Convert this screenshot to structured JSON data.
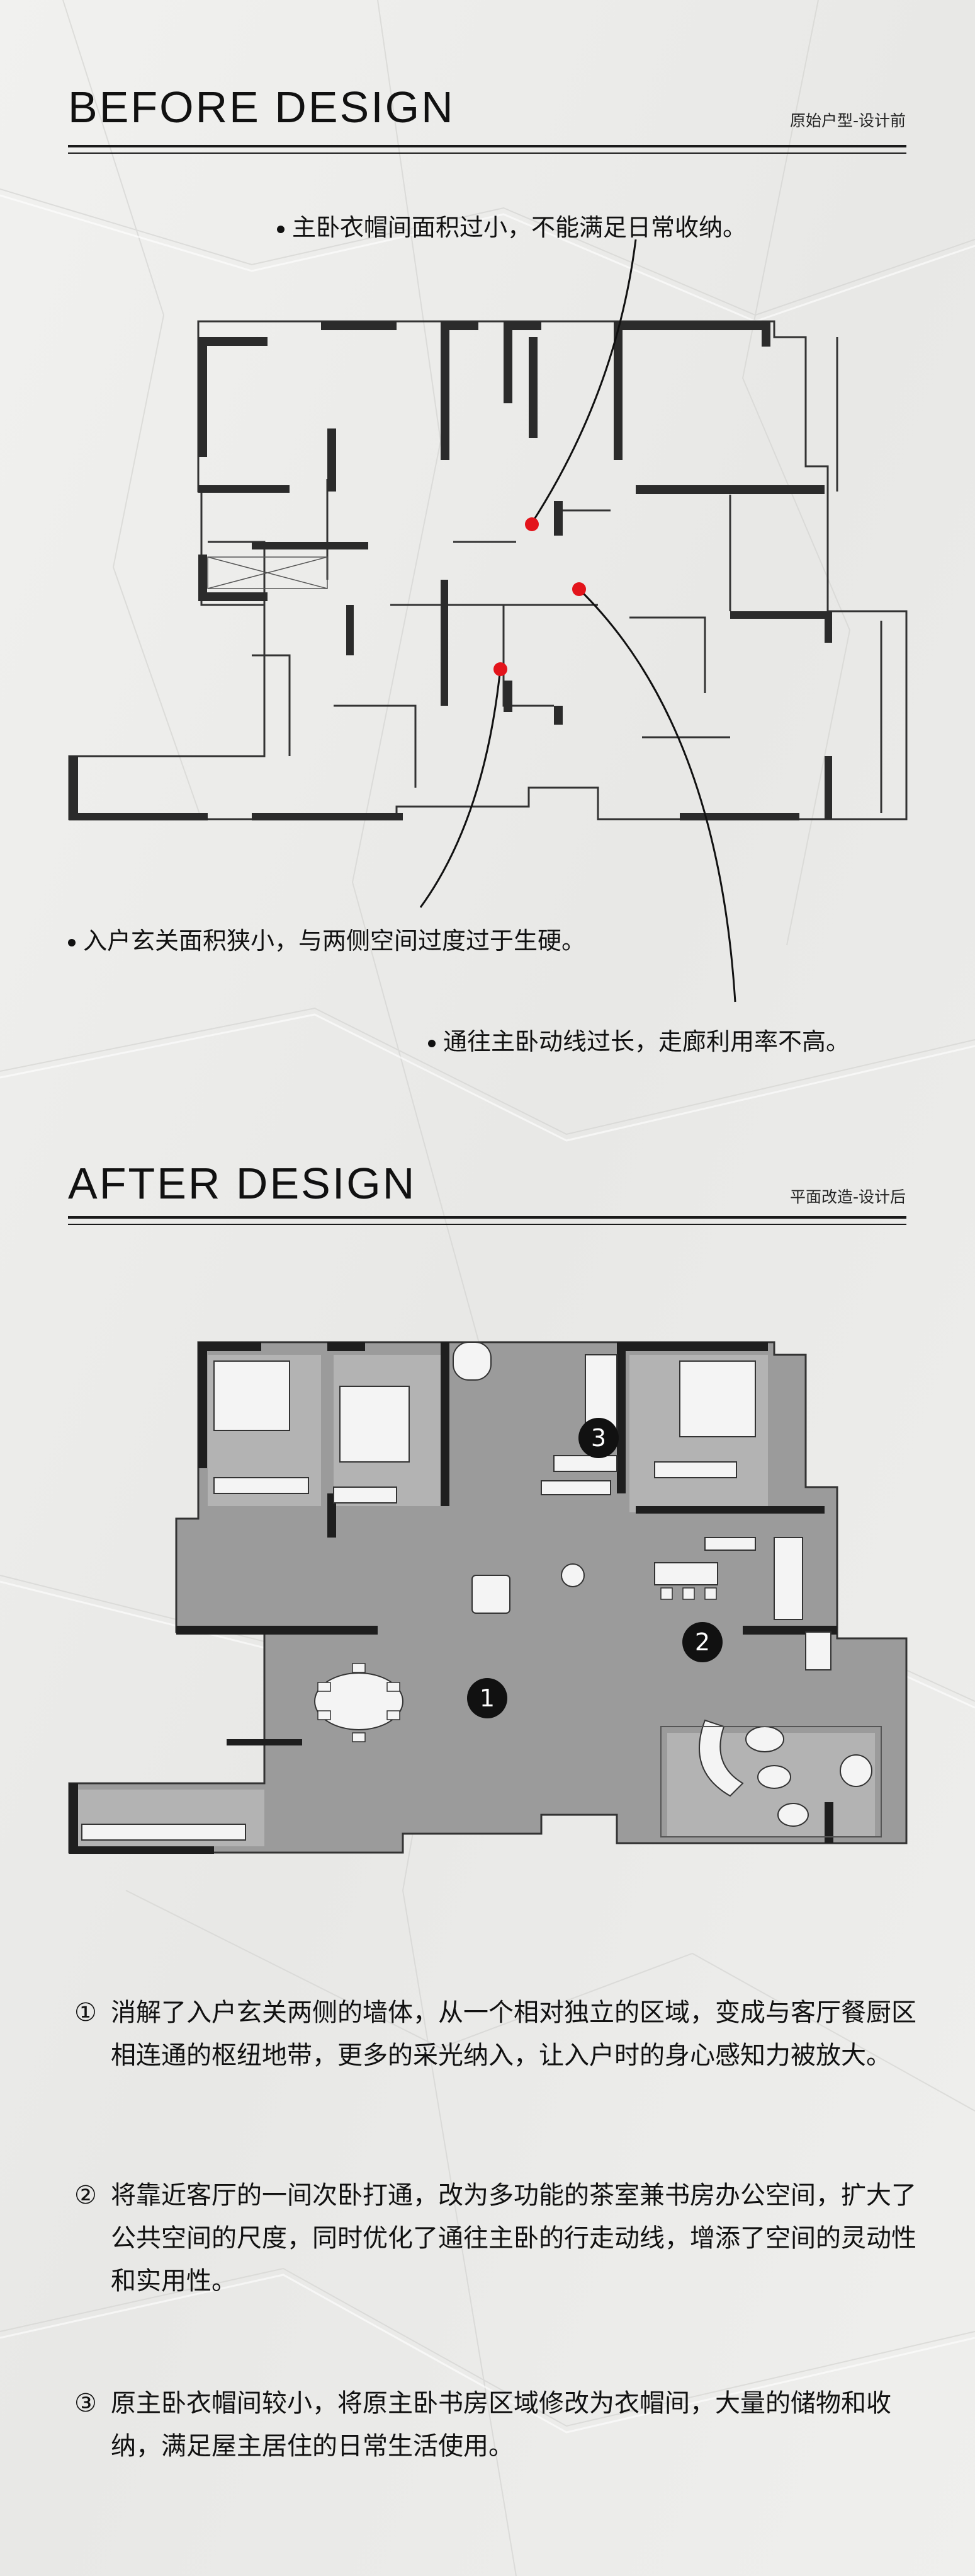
{
  "before": {
    "title": "BEFORE DESIGN",
    "subtitle": "原始户型-设计前",
    "callouts": [
      "主卧衣帽间面积过小，不能满足日常收纳。",
      "入户玄关面积狭小，与两侧空间过度过于生硬。",
      "通往主卧动线过长，走廊利用率不高。"
    ],
    "marker_color": "#e3141b"
  },
  "after": {
    "title": "AFTER DESIGN",
    "subtitle": "平面改造-设计后",
    "markers": [
      "1",
      "2",
      "3"
    ]
  },
  "notes": [
    {
      "num": "①",
      "text": "消解了入户玄关两侧的墙体，从一个相对独立的区域，变成与客厅餐厨区相连通的枢纽地带，更多的采光纳入，让入户时的身心感知力被放大。"
    },
    {
      "num": "②",
      "text": "将靠近客厅的一间次卧打通，改为多功能的茶室兼书房办公空间，扩大了公共空间的尺度，同时优化了通往主卧的行走动线，增添了空间的灵动性和实用性。"
    },
    {
      "num": "③",
      "text": "原主卧衣帽间较小，将原主卧书房区域修改为衣帽间，大量的储物和收纳，满足屋主居住的日常生活使用。"
    }
  ]
}
